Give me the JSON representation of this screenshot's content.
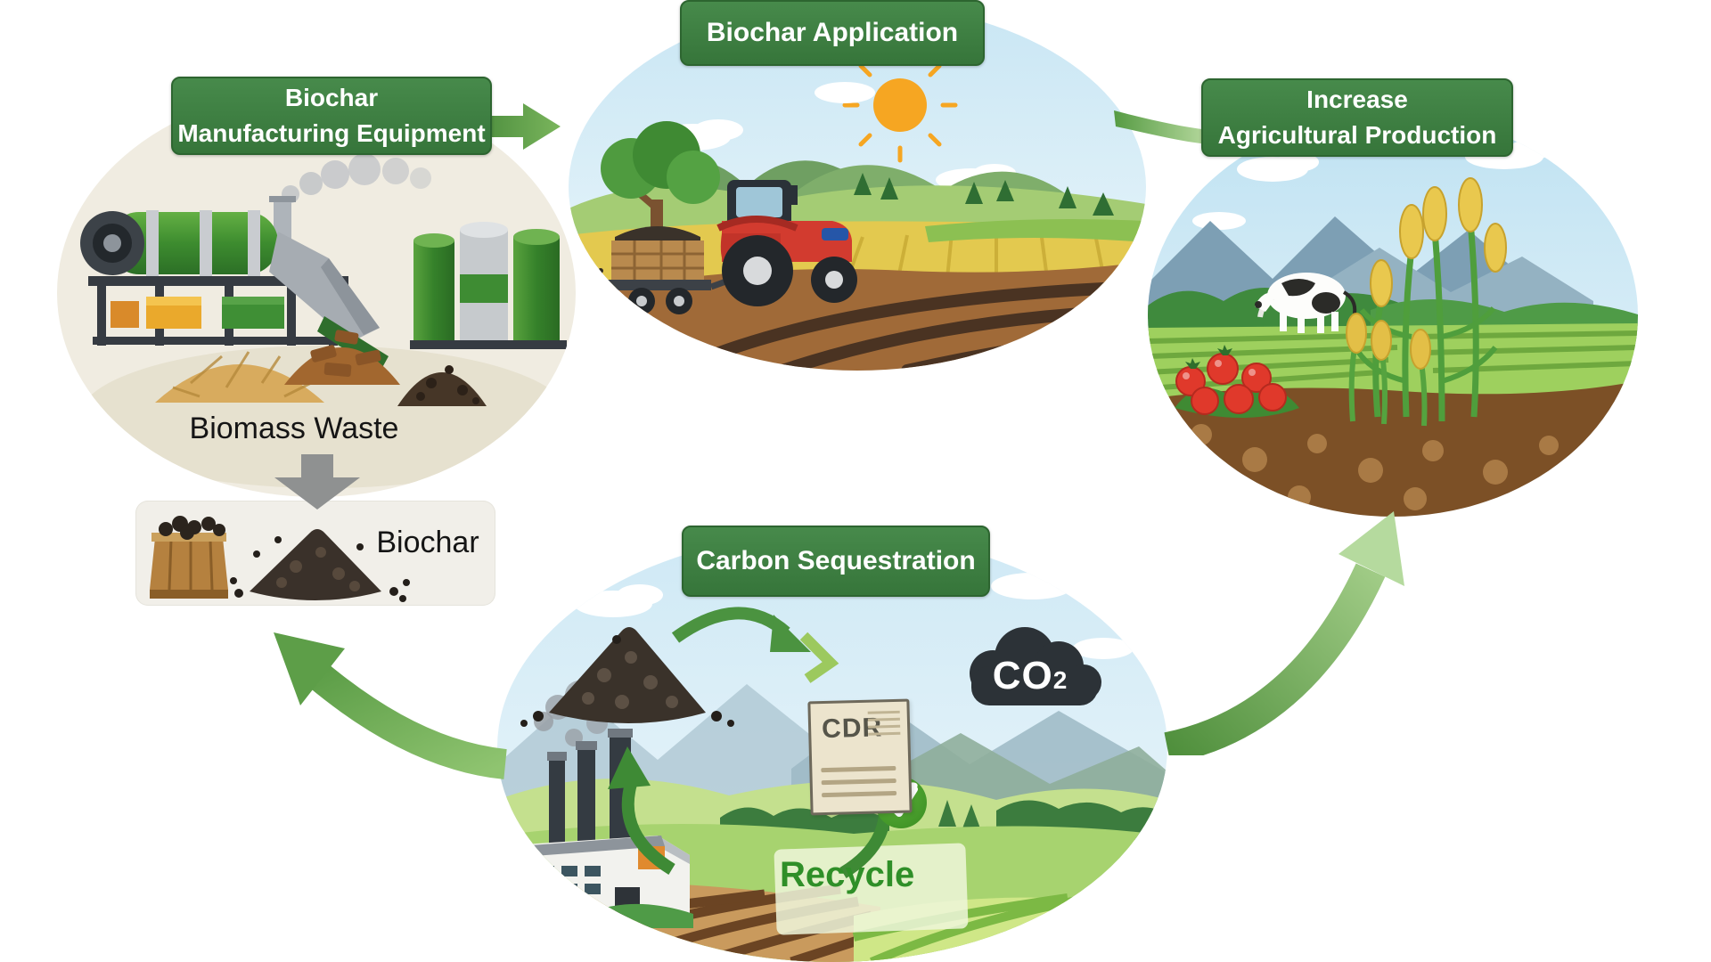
{
  "labels": {
    "manufacturing_line1": "Biochar",
    "manufacturing_line2": "Manufacturing Equipment",
    "application": "Biochar Application",
    "production_line1": "Increase",
    "production_line2": "Agricultural Production",
    "sequestration": "Carbon Sequestration"
  },
  "captions": {
    "biomass_waste": "Biomass Waste",
    "biochar": "Biochar",
    "recycle": "Recycle"
  },
  "carbon_cycle": {
    "co2_label": "CO",
    "co2_subscript": "2",
    "cdr_label": "CDR"
  },
  "colors": {
    "label_green": "#3a7b3d",
    "label_border": "#2d6530",
    "arrow_green": "#6fae54",
    "arrow_light_green": "#b5da9e",
    "arrow_dark_green": "#4f8f3c",
    "recycle_arrow_green": "#3e8a35",
    "gray_arrow": "#8f9191",
    "text_dark": "#151515",
    "recycle_text_green": "#2f8f28",
    "co2_cloud_dark": "#2c3237",
    "document_beige": "#ece4cd",
    "check_green": "#47a12c",
    "left_ellipse_bg": "#f0ece1",
    "biochar_box_bg": "#f1efe9"
  }
}
